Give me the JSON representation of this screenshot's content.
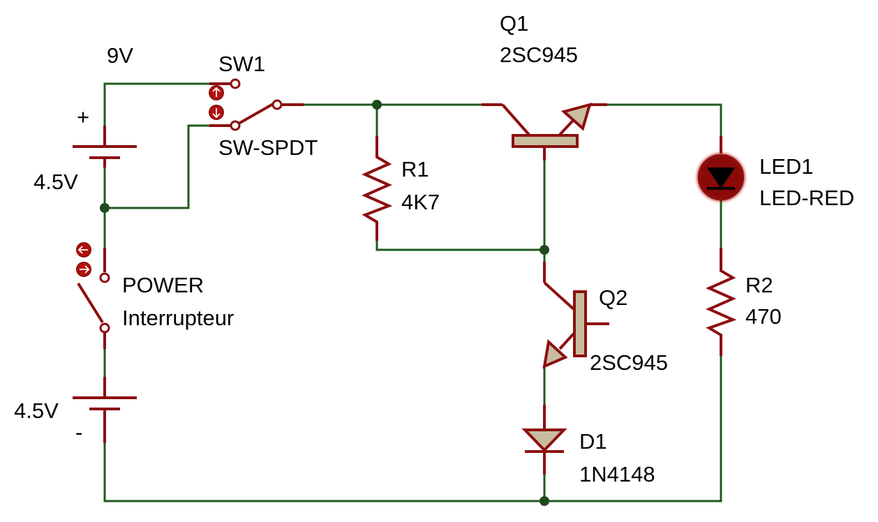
{
  "colors": {
    "wire": "#1e5a1e",
    "component": "#8c0f0f",
    "component_fill": "#c9bda0",
    "node": "#1e4a1e",
    "led": "#b3120f",
    "text": "#000000",
    "background": "#ffffff"
  },
  "labels": {
    "supply_total": "9V",
    "battery_top_plus": "+",
    "battery_top_value": "4.5V",
    "battery_bottom_value": "4.5V",
    "battery_bottom_minus": "-",
    "sw1_ref": "SW1",
    "sw1_type": "SW-SPDT",
    "power_ref": "POWER",
    "power_type": "Interrupteur",
    "q1_ref": "Q1",
    "q1_part": "2SC945",
    "r1_ref": "R1",
    "r1_value": "4K7",
    "led1_ref": "LED1",
    "led1_type": "LED-RED",
    "r2_ref": "R2",
    "r2_value": "470",
    "q2_ref": "Q2",
    "q2_part": "2SC945",
    "d1_ref": "D1",
    "d1_part": "1N4148"
  },
  "icons": {
    "switch_up": "arrow-up-icon",
    "switch_down": "arrow-down-icon",
    "switch_left": "arrow-left-icon",
    "switch_right": "arrow-right-icon"
  }
}
